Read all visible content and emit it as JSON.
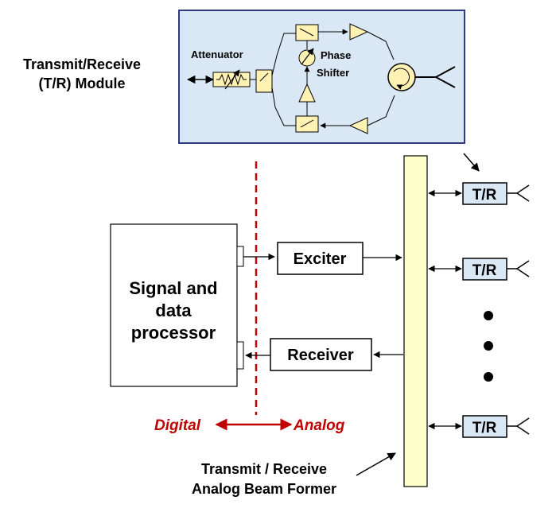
{
  "tr_module": {
    "label_line1": "Transmit/Receive",
    "label_line2": "(T/R) Module",
    "attenuator_label": "Attenuator",
    "phase_shifter_line1": "Phase",
    "phase_shifter_line2": "Shifter",
    "panel_fill": "#dae8f5",
    "panel_border": "#2e3b80"
  },
  "processor": {
    "line1": "Signal and",
    "line2": "data",
    "line3": "processor"
  },
  "exciter_label": "Exciter",
  "receiver_label": "Receiver",
  "tr_element_label": "T/R",
  "domain_labels": {
    "digital": "Digital",
    "analog": "Analog",
    "color": "#c00000"
  },
  "beamformer": {
    "line1": "Transmit / Receive",
    "line2": "Analog Beam Former",
    "fill": "#ffffcc"
  },
  "colors": {
    "component_fill": "#fff2b3",
    "tr_box_fill": "#dae8f5"
  }
}
